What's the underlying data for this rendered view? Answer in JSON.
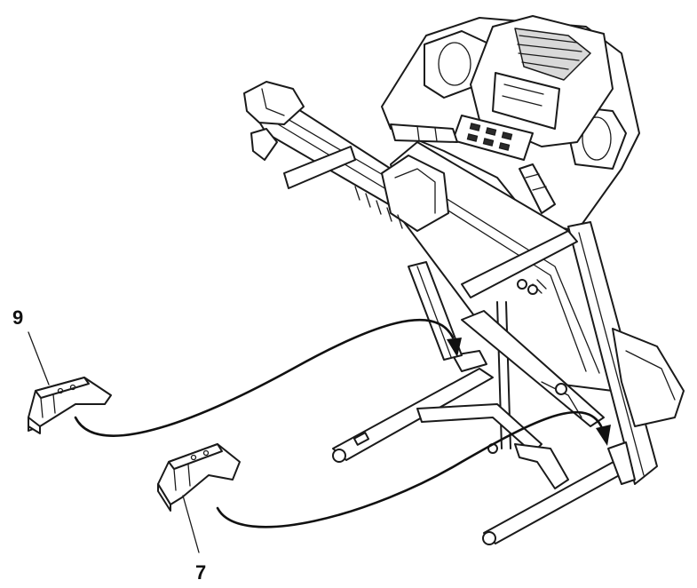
{
  "callouts": [
    {
      "id": "9",
      "label": "9"
    },
    {
      "id": "7",
      "label": "7"
    }
  ],
  "colors": {
    "line": "#1a1a1a",
    "background": "#ffffff",
    "shade": "#d9d9d9"
  }
}
